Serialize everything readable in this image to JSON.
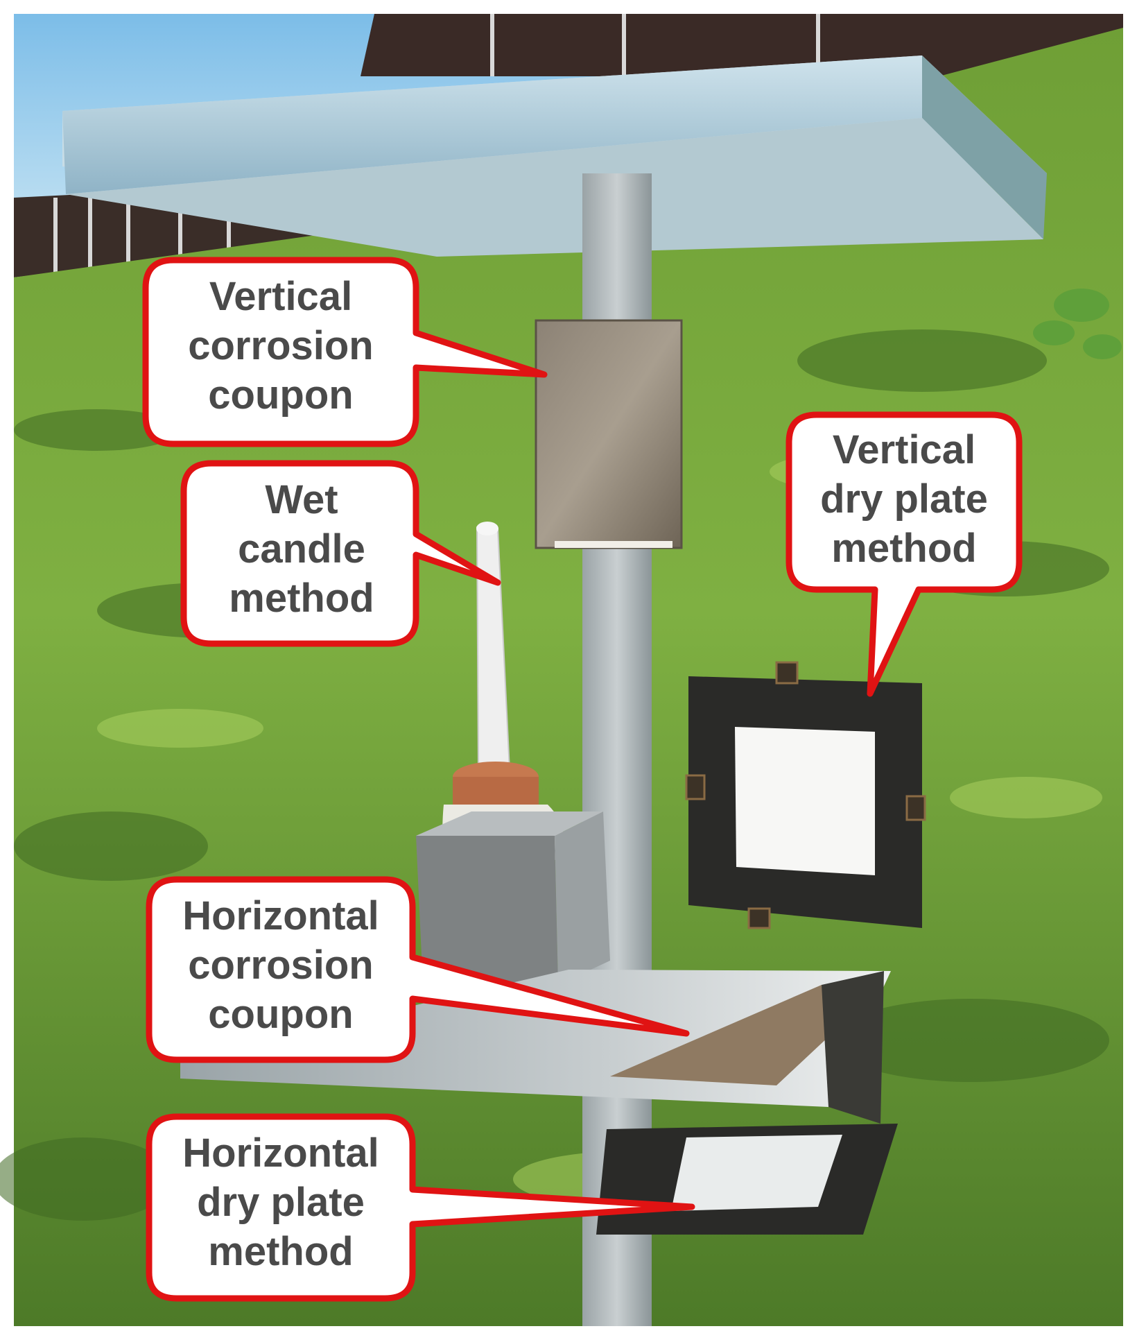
{
  "photo": {
    "subject": "atmospheric-corrosion-test-rack",
    "colors": {
      "sky": "#8fc7ea",
      "grass_light": "#7fae3f",
      "grass_dark": "#3f6a22",
      "metal": "#a9b7bd",
      "roof_top": "#b9d7e6",
      "plate_black": "#2a2a28",
      "plate_white": "#f7f7f5",
      "coupon_brown": "#7b6a55"
    }
  },
  "callout_style": {
    "fill": "#ffffff",
    "stroke": "#e01313",
    "text_color": "#4a4a4a"
  },
  "callouts": [
    {
      "id": "vertical-corrosion-coupon",
      "lines": [
        "Vertical",
        "corrosion",
        "coupon"
      ]
    },
    {
      "id": "wet-candle-method",
      "lines": [
        "Wet",
        "candle",
        "method"
      ]
    },
    {
      "id": "vertical-dry-plate-method",
      "lines": [
        "Vertical",
        "dry plate",
        "method"
      ]
    },
    {
      "id": "horizontal-corrosion-coupon",
      "lines": [
        "Horizontal",
        "corrosion",
        "coupon"
      ]
    },
    {
      "id": "horizontal-dry-plate-method",
      "lines": [
        "Horizontal",
        "dry plate",
        "method"
      ]
    }
  ]
}
